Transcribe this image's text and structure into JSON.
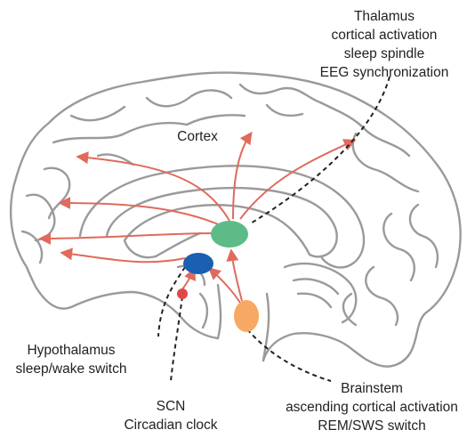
{
  "thalamus": {
    "name": "Thalamus",
    "functions": [
      "cortical activation",
      "sleep spindle",
      "EEG synchronization"
    ],
    "color": "#5dbb87"
  },
  "cortex": {
    "name": "Cortex"
  },
  "hypothalamus": {
    "name": "Hypothalamus",
    "function": "sleep/wake switch",
    "color": "#1a5fb0"
  },
  "scn": {
    "name": "SCN",
    "function": "Circadian clock",
    "color": "#e04848"
  },
  "brainstem": {
    "name": "Brainstem",
    "functions": [
      "ascending cortical activation",
      "REM/SWS switch"
    ],
    "color": "#f7a863"
  },
  "colors": {
    "brain_outline": "#9a9a9a",
    "projection_arrows": "#e06a5c",
    "leader_lines": "#222222",
    "background": "#ffffff"
  }
}
